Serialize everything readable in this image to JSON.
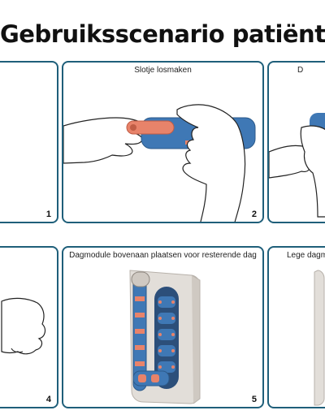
{
  "title": "Gebruiksscenario patiënt",
  "panels": [
    {
      "number": "1",
      "caption": ""
    },
    {
      "number": "2",
      "caption": "Slotje losmaken"
    },
    {
      "number": "",
      "caption": "D"
    },
    {
      "number": "4",
      "caption": ""
    },
    {
      "number": "5",
      "caption": "Dagmodule bovenaan plaatsen voor resterende dag"
    },
    {
      "number": "",
      "caption": "Lege dagm"
    }
  ],
  "colors": {
    "border": "#1f5f7a",
    "device_blue": "#3f78b5",
    "latch_orange": "#e8836a",
    "holder_grey": "#e2ded9"
  }
}
